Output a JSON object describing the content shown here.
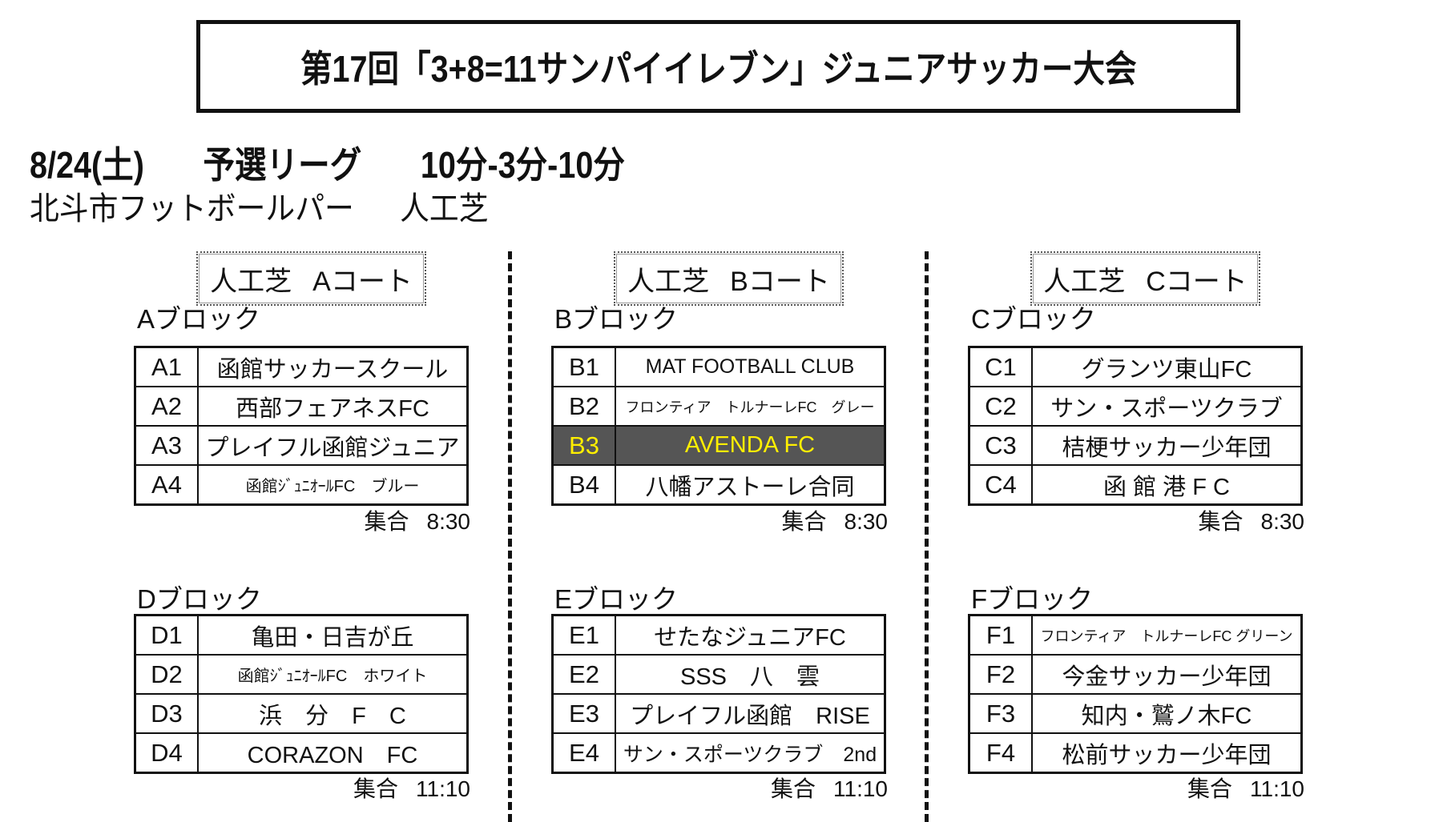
{
  "title": "第17回「3+8=11サンパイイレブン」ジュニアサッカー大会",
  "header": {
    "date": "8/24(土)",
    "stage": "予選リーグ",
    "format": "10分-3分-10分",
    "venue": "北斗市フットボールパー",
    "surface": "人工芝"
  },
  "highlight_color": "#ffef00",
  "columns": [
    {
      "court": {
        "surface": "人工芝",
        "name": "Aコート"
      },
      "blocks": [
        {
          "label": "Aブロック",
          "meet_label": "集合",
          "meet_time": "8:30",
          "teams": [
            {
              "code": "A1",
              "name": "函館サッカースクール"
            },
            {
              "code": "A2",
              "name": "西部フェアネスFC"
            },
            {
              "code": "A3",
              "name": "プレイフル函館ジュニア"
            },
            {
              "code": "A4",
              "name": "函館ｼﾞｭﾆｵｰﾙFC　ブルー",
              "size": "small"
            }
          ]
        },
        {
          "label": "Dブロック",
          "meet_label": "集合",
          "meet_time": "11:10",
          "teams": [
            {
              "code": "D1",
              "name": "亀田・日吉が丘"
            },
            {
              "code": "D2",
              "name": "函館ｼﾞｭﾆｵｰﾙFC　ホワイト",
              "size": "small"
            },
            {
              "code": "D3",
              "name": "浜　分　F　C"
            },
            {
              "code": "D4",
              "name": "CORAZON　FC"
            }
          ]
        }
      ]
    },
    {
      "court": {
        "surface": "人工芝",
        "name": "Bコート"
      },
      "blocks": [
        {
          "label": "Bブロック",
          "meet_label": "集合",
          "meet_time": "8:30",
          "teams": [
            {
              "code": "B1",
              "name": "MAT FOOTBALL CLUB",
              "size": "mid"
            },
            {
              "code": "B2",
              "name": "フロンティア　トルナーレFC　グレー",
              "size": "xsmall"
            },
            {
              "code": "B3",
              "name": "AVENDA FC",
              "highlight": true
            },
            {
              "code": "B4",
              "name": "八幡アストーレ合同"
            }
          ]
        },
        {
          "label": "Eブロック",
          "meet_label": "集合",
          "meet_time": "11:10",
          "teams": [
            {
              "code": "E1",
              "name": "せたなジュニアFC"
            },
            {
              "code": "E2",
              "name": "SSS　八　雲"
            },
            {
              "code": "E3",
              "name": "プレイフル函館　RISE"
            },
            {
              "code": "E4",
              "name": "サン・スポーツクラブ　2nd",
              "size": "mid"
            }
          ]
        }
      ]
    },
    {
      "court": {
        "surface": "人工芝",
        "name": "Cコート"
      },
      "blocks": [
        {
          "label": "Cブロック",
          "meet_label": "集合",
          "meet_time": "8:30",
          "teams": [
            {
              "code": "C1",
              "name": "グランツ東山FC"
            },
            {
              "code": "C2",
              "name": "サン・スポーツクラブ"
            },
            {
              "code": "C3",
              "name": "桔梗サッカー少年団"
            },
            {
              "code": "C4",
              "name": "函 館 港 F C"
            }
          ]
        },
        {
          "label": "Fブロック",
          "meet_label": "集合",
          "meet_time": "11:10",
          "teams": [
            {
              "code": "F1",
              "name": "フロンティア　トルナーレFC グリーン",
              "size": "xsmall"
            },
            {
              "code": "F2",
              "name": "今金サッカー少年団"
            },
            {
              "code": "F3",
              "name": "知内・鷲ノ木FC"
            },
            {
              "code": "F4",
              "name": "松前サッカー少年団"
            }
          ]
        }
      ]
    }
  ]
}
